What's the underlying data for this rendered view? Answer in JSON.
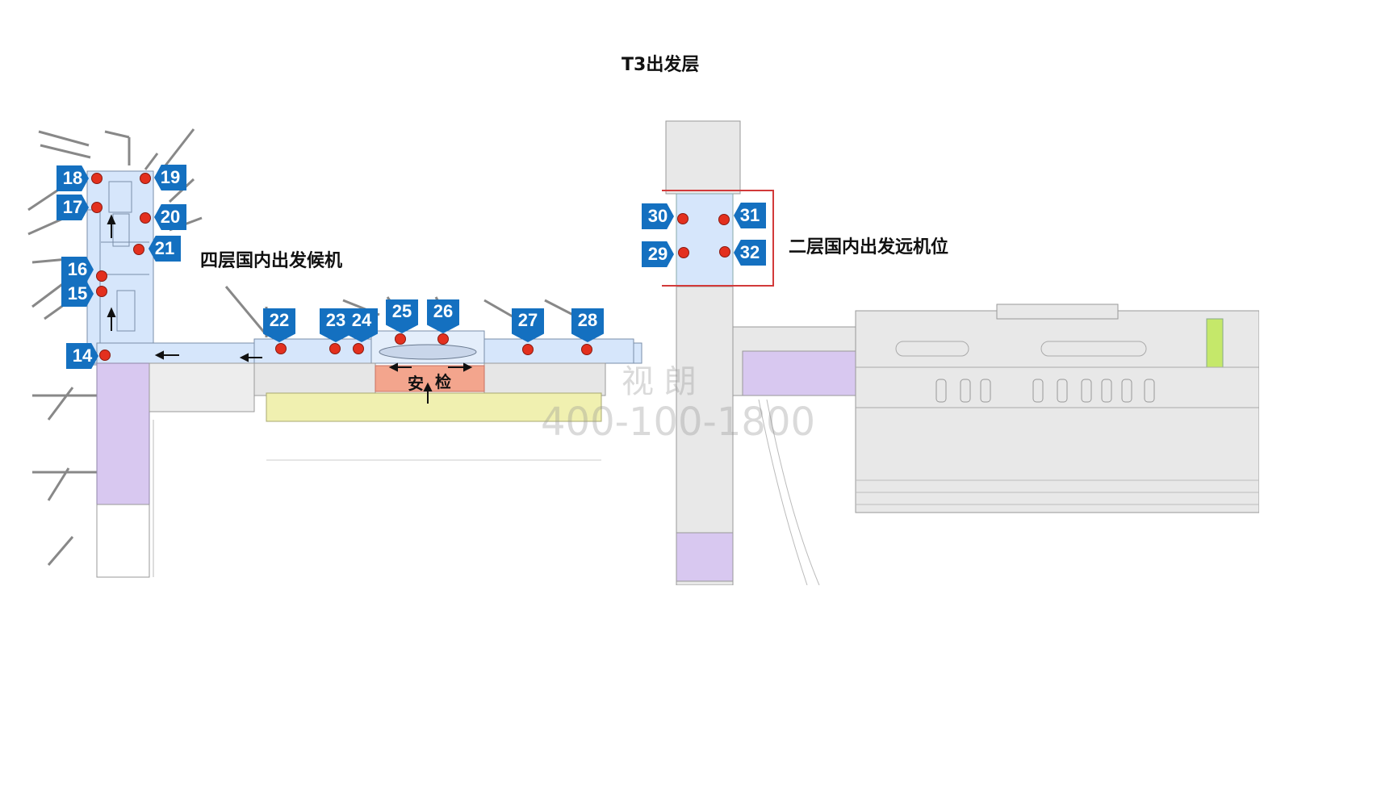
{
  "title": "T3出发层",
  "zones": {
    "left_label": "四层国内出发候机",
    "right_label": "二层国内出发远机位",
    "security_left": "安",
    "security_right": "检"
  },
  "watermark": {
    "name": "视 朗",
    "phone": "400-100-1800"
  },
  "markers": [
    {
      "id": "18"
    },
    {
      "id": "19"
    },
    {
      "id": "17"
    },
    {
      "id": "20"
    },
    {
      "id": "21"
    },
    {
      "id": "16"
    },
    {
      "id": "15"
    },
    {
      "id": "14"
    },
    {
      "id": "22"
    },
    {
      "id": "23"
    },
    {
      "id": "24"
    },
    {
      "id": "25"
    },
    {
      "id": "26"
    },
    {
      "id": "27"
    },
    {
      "id": "28"
    },
    {
      "id": "30"
    },
    {
      "id": "31"
    },
    {
      "id": "29"
    },
    {
      "id": "32"
    }
  ],
  "colors": {
    "marker": "#1470c0",
    "dot": "#e3301e",
    "waiting_area": "#d6e6fb",
    "shop_area": "#d8c8f0",
    "landside": "#f0f0b0",
    "security": "#f3a58d",
    "highlight_box": "#d23a3a"
  }
}
